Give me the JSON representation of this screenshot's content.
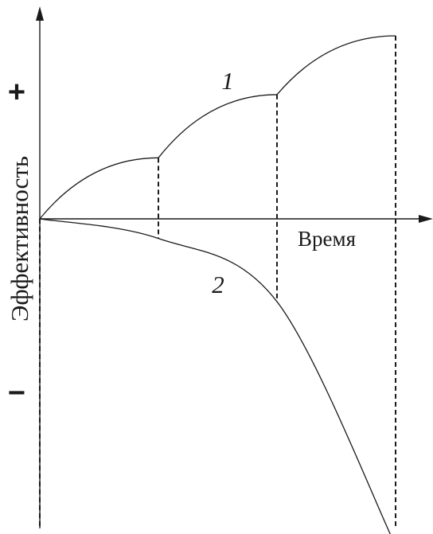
{
  "chart_data": {
    "type": "line",
    "title": "",
    "ylabel": "Эффективность",
    "xlabel": "Время",
    "y_positive_sign": "+",
    "y_negative_sign": "−",
    "xlim": [
      0,
      9
    ],
    "ylim": [
      -7.8,
      4.5
    ],
    "grid": false,
    "series": [
      {
        "label": "1",
        "x": [
          0,
          3,
          3,
          6,
          6,
          9
        ],
        "y": [
          0,
          1.4,
          1.4,
          2.85,
          2.85,
          4.2
        ],
        "segments": [
          {
            "x0": 0,
            "y0": 0,
            "x1": 3,
            "y1": 1.4
          },
          {
            "x0": 3,
            "y0": 1.4,
            "x1": 6,
            "y1": 2.85
          },
          {
            "x0": 6,
            "y0": 2.85,
            "x1": 9,
            "y1": 4.2
          }
        ]
      },
      {
        "label": "2",
        "x": [
          0,
          3,
          6,
          9
        ],
        "y": [
          0,
          -0.45,
          -1.9,
          -7.5
        ]
      }
    ],
    "vertical_dashed_markers_x": [
      0,
      3,
      6,
      9
    ]
  }
}
